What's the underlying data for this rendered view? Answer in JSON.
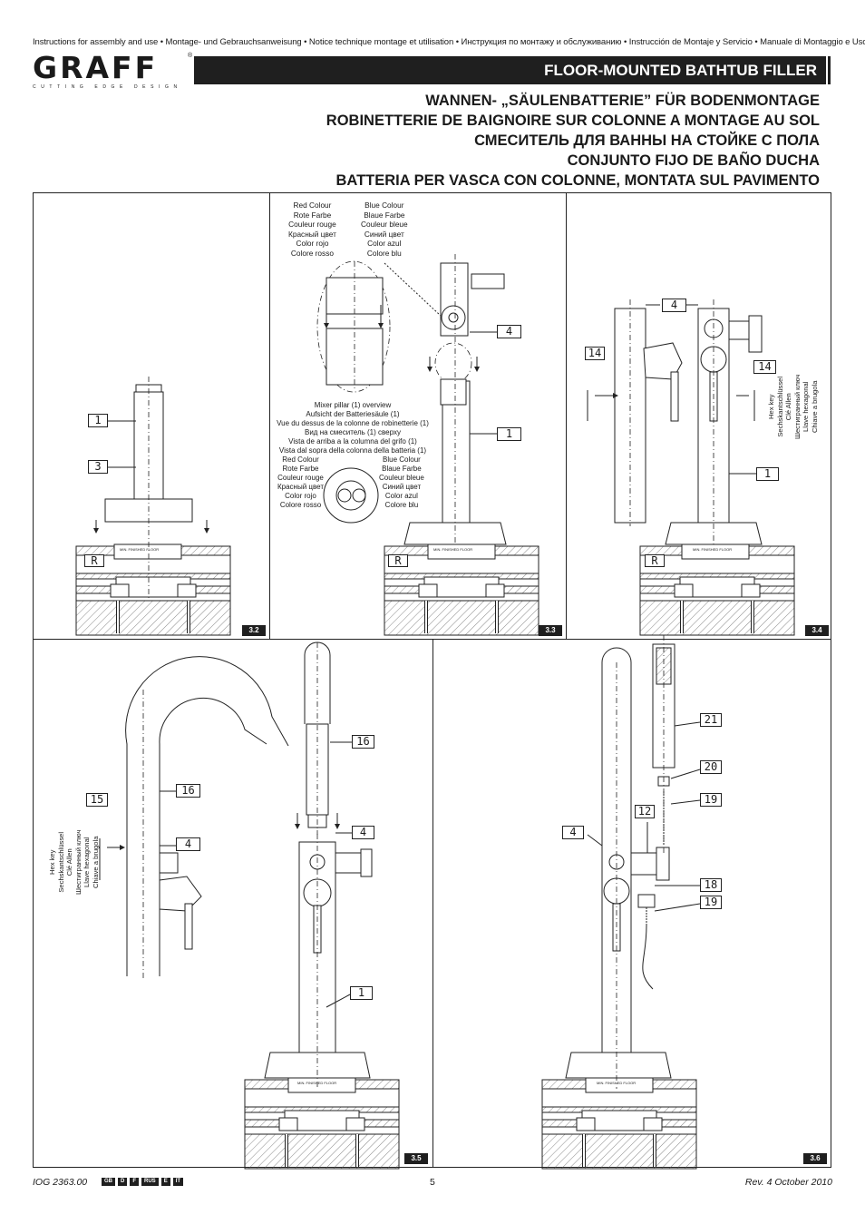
{
  "header": {
    "languages_line": "Instructions for assembly and use • Montage- und Gebrauchsanweisung • Notice technique montage et utilisation • Инструкция по монтажу и обслуживанию • Instrucción de Montaje y Servicio • Manuale di Montaggio e Uso",
    "logo_text": "GRAFF",
    "logo_registered": "®",
    "logo_tagline": "CUTTING EDGE DESIGN",
    "title": "FLOOR-MOUNTED BATHTUB FILLER",
    "subtitles": [
      "WANNEN- „SÄULENBATTERIE” FÜR BODENMONTAGE",
      "ROBINETTERIE DE BAIGNOIRE SUR COLONNE A MONTAGE AU SOL",
      "СМЕСИТЕЛЬ ДЛЯ ВАННЫ НА СТОЙКЕ С ПОЛА",
      "CONJUNTO FIJO DE BAÑO DUCHA",
      "BATTERIA PER VASCA CON COLONNE, MONTATA SUL PAVIMENTO"
    ]
  },
  "panels": {
    "p32": {
      "tag": "3.2",
      "callouts": [
        "1",
        "3"
      ],
      "floor_label": "MIN. FINISHED FLOOR",
      "ref": "R"
    },
    "p33": {
      "tag": "3.3",
      "red_colour_top": "Red Colour\nRote Farbe\nCouleur rouge\nКрасный цвет\nColor rojo\nColore rosso",
      "blue_colour_top": "Blue Colour\nBlaue Farbe\nCouleur bleue\nСиний цвет\nColor azul\nColore blu",
      "overview": "Mixer pillar (1) overview\nAufsicht der Batteriesäule (1)\nVue du dessus de la colonne de robinetterie (1)\nВид на смеситель (1) сверху\nVista de arriba a la columna del grifo (1)\nVista dal sopra della colonna della batteria (1)",
      "red_colour_bottom": "Red Colour\nRote Farbe\nCouleur rouge\nКрасный цвет\nColor rojo\nColore rosso",
      "blue_colour_bottom": "Blue Colour\nBlaue Farbe\nCouleur bleue\nСиний цвет\nColor azul\nColore blu",
      "callouts": [
        "4",
        "1"
      ],
      "floor_label": "MIN. FINISHED FLOOR",
      "ref": "R"
    },
    "p34": {
      "tag": "3.4",
      "callouts": [
        "4",
        "14",
        "14",
        "1"
      ],
      "hex_key": "Hex key\nSechskantschlüssel\nClé Allen\nШестигранный ключ\nLlave hexagonal\nChiave a brugola",
      "floor_label": "MIN. FINISHED FLOOR",
      "ref": "R"
    },
    "p35": {
      "tag": "3.5",
      "callouts": [
        "15",
        "16",
        "4",
        "16",
        "4",
        "1"
      ],
      "hex_key": "Hex key\nSechskantschlüssel\nClé Allen\nШестигранный ключ\nLlave hexagonal\nChiave a brugola",
      "floor_label": "MIN. FINISHED FLOOR"
    },
    "p36": {
      "tag": "3.6",
      "callouts": [
        "21",
        "20",
        "19",
        "12",
        "4",
        "18",
        "19"
      ],
      "floor_label": "MIN. FINISHED FLOOR"
    }
  },
  "footer": {
    "doc_id": "IOG 2363.00",
    "languages": [
      "GB",
      "D",
      "F",
      "RUS",
      "E",
      "IT"
    ],
    "page": "5",
    "revision": "Rev. 4 October 2010"
  }
}
